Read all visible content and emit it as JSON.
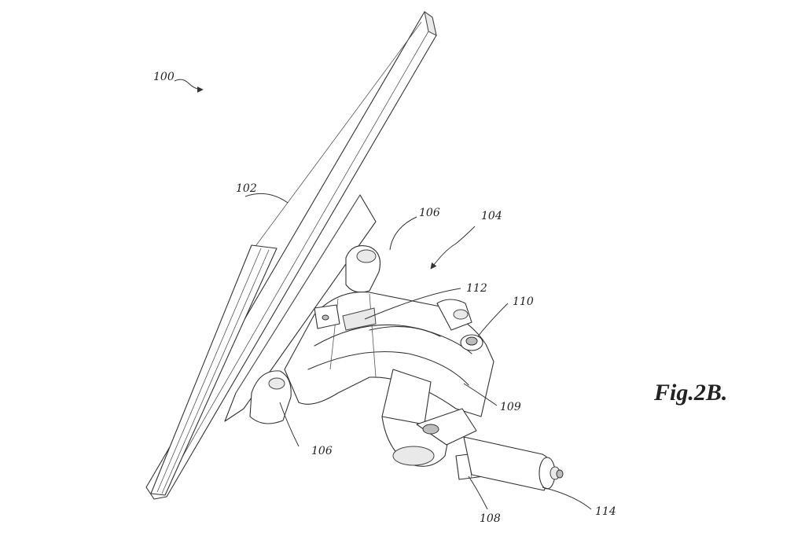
{
  "figure": {
    "caption": "Fig.2B.",
    "reference_numerals": {
      "assembly": "100",
      "display": "102",
      "mount": "104",
      "pivot_upper": "106",
      "pivot_lower": "106",
      "actuator": "108",
      "arm": "109",
      "fastener": "110",
      "bracket": "112",
      "motor": "114"
    }
  }
}
